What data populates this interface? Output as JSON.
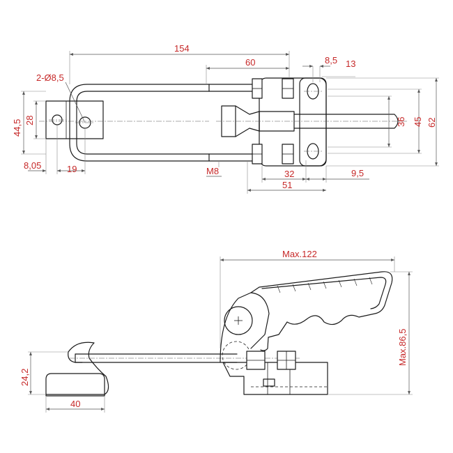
{
  "colors": {
    "dimension_text": "#c62828",
    "part_line": "#1a1a1a",
    "dimension_line": "#555555"
  },
  "top_view": {
    "dim_154": "154",
    "dim_60": "60",
    "dim_8_5": "8,5",
    "dim_13": "13",
    "dim_2xd8_5": "2-Ø8,5",
    "dim_44_5": "44,5",
    "dim_28": "28",
    "dim_36": "36",
    "dim_45": "45",
    "dim_62": "62",
    "dim_8_05": "8,05",
    "dim_19": "19",
    "dim_m8": "M8",
    "dim_32": "32",
    "dim_9_5": "9,5",
    "dim_51": "51"
  },
  "side_view": {
    "dim_max122": "Max.122",
    "dim_max86_5": "Max.86,5",
    "dim_24_2": "24,2",
    "dim_40": "40"
  }
}
